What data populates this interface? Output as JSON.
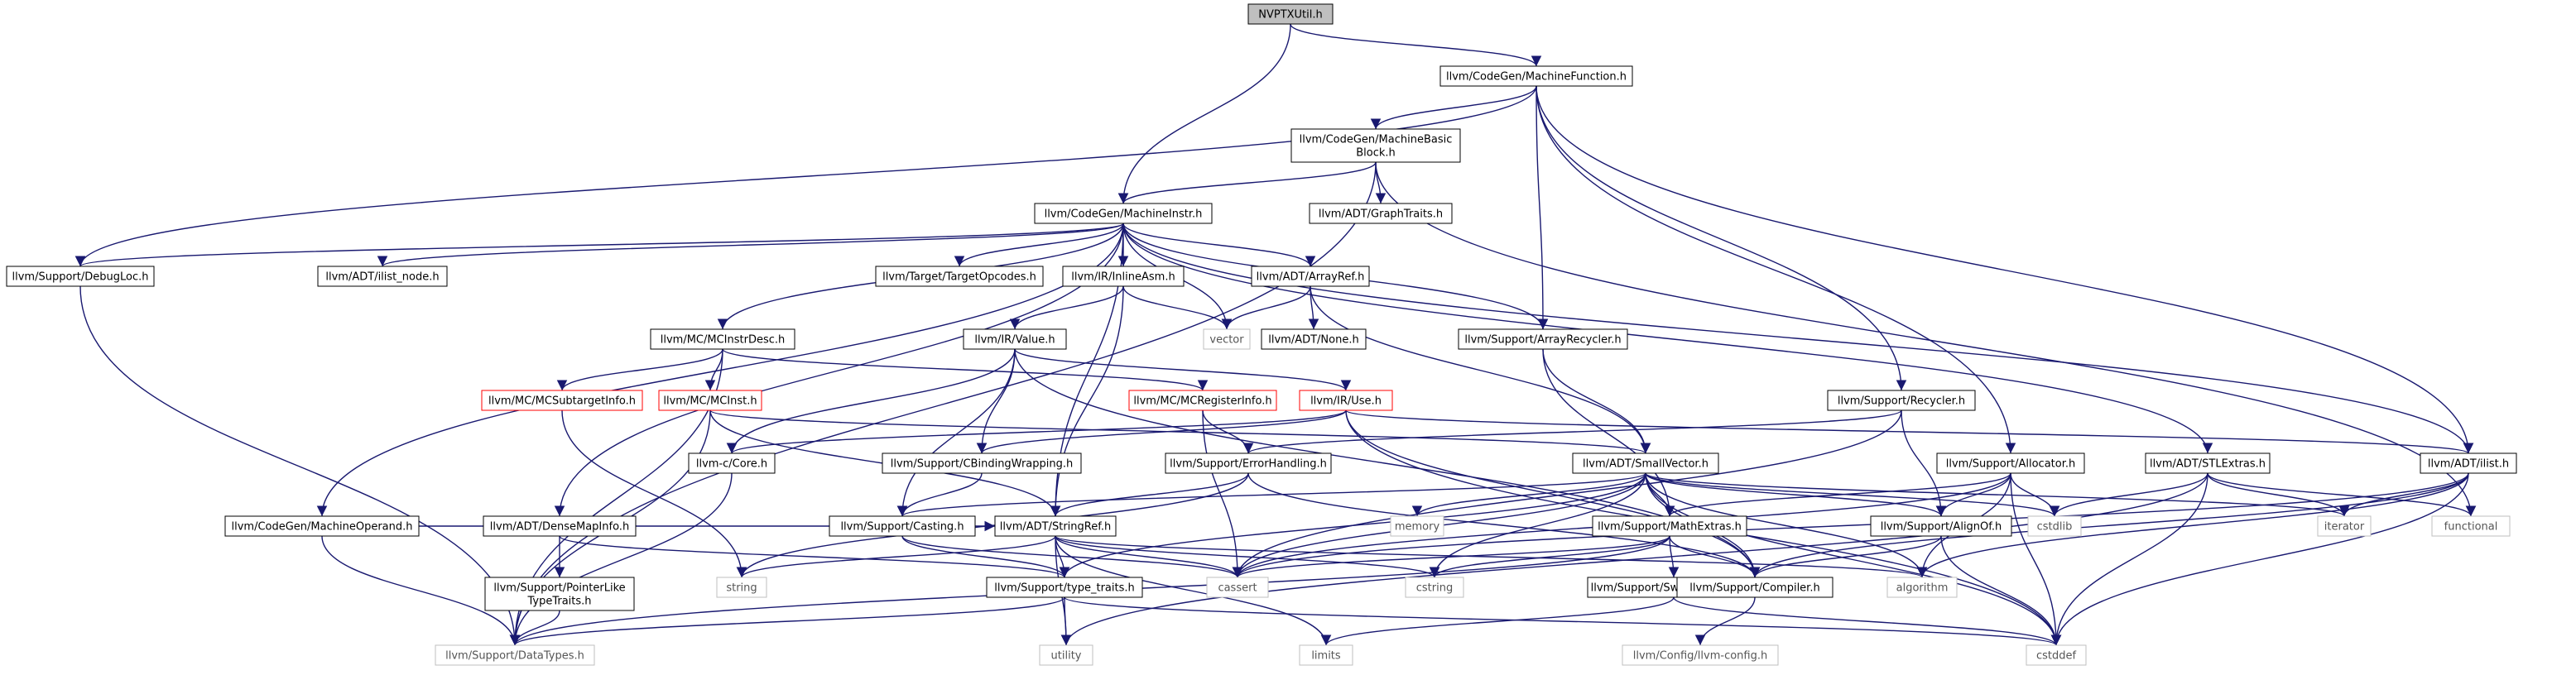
{
  "nodes": [
    {
      "id": "n0",
      "lines": [
        "NVPTXUtil.h"
      ],
      "style": "root"
    },
    {
      "id": "n1",
      "lines": [
        "llvm/CodeGen/MachineFunction.h"
      ],
      "style": "normal"
    },
    {
      "id": "n2",
      "lines": [
        "llvm/CodeGen/MachineBasic",
        "Block.h"
      ],
      "style": "normal"
    },
    {
      "id": "n3",
      "lines": [
        "llvm/CodeGen/MachineInstr.h"
      ],
      "style": "normal"
    },
    {
      "id": "n4",
      "lines": [
        "llvm/ADT/GraphTraits.h"
      ],
      "style": "normal"
    },
    {
      "id": "n5",
      "lines": [
        "llvm/Support/DebugLoc.h"
      ],
      "style": "normal"
    },
    {
      "id": "n6",
      "lines": [
        "llvm/ADT/ilist_node.h"
      ],
      "style": "normal"
    },
    {
      "id": "n7",
      "lines": [
        "llvm/Target/TargetOpcodes.h"
      ],
      "style": "normal"
    },
    {
      "id": "n8",
      "lines": [
        "llvm/IR/InlineAsm.h"
      ],
      "style": "normal"
    },
    {
      "id": "n9",
      "lines": [
        "llvm/ADT/ArrayRef.h"
      ],
      "style": "normal"
    },
    {
      "id": "n10",
      "lines": [
        "vector"
      ],
      "style": "sys"
    },
    {
      "id": "n11",
      "lines": [
        "llvm/ADT/None.h"
      ],
      "style": "normal"
    },
    {
      "id": "n12",
      "lines": [
        "llvm/Support/ArrayRecycler.h"
      ],
      "style": "normal"
    },
    {
      "id": "n13",
      "lines": [
        "llvm/MC/MCInstrDesc.h"
      ],
      "style": "normal"
    },
    {
      "id": "n14",
      "lines": [
        "llvm/IR/Value.h"
      ],
      "style": "normal"
    },
    {
      "id": "n15",
      "lines": [
        "llvm/MC/MCSubtargetInfo.h"
      ],
      "style": "red"
    },
    {
      "id": "n16",
      "lines": [
        "llvm/MC/MCInst.h"
      ],
      "style": "red"
    },
    {
      "id": "n17",
      "lines": [
        "llvm/MC/MCRegisterInfo.h"
      ],
      "style": "red"
    },
    {
      "id": "n18",
      "lines": [
        "llvm/IR/Use.h"
      ],
      "style": "red"
    },
    {
      "id": "n19",
      "lines": [
        "llvm/Support/Recycler.h"
      ],
      "style": "normal"
    },
    {
      "id": "n20",
      "lines": [
        "llvm-c/Core.h"
      ],
      "style": "normal"
    },
    {
      "id": "n21",
      "lines": [
        "llvm/Support/CBindingWrapping.h"
      ],
      "style": "normal"
    },
    {
      "id": "n22",
      "lines": [
        "llvm/Support/ErrorHandling.h"
      ],
      "style": "normal"
    },
    {
      "id": "n23",
      "lines": [
        "llvm/ADT/SmallVector.h"
      ],
      "style": "normal"
    },
    {
      "id": "n24",
      "lines": [
        "llvm/Support/Allocator.h"
      ],
      "style": "normal"
    },
    {
      "id": "n25",
      "lines": [
        "llvm/ADT/STLExtras.h"
      ],
      "style": "normal"
    },
    {
      "id": "n26",
      "lines": [
        "llvm/ADT/ilist.h"
      ],
      "style": "normal"
    },
    {
      "id": "n27",
      "lines": [
        "llvm/CodeGen/MachineOperand.h"
      ],
      "style": "normal"
    },
    {
      "id": "n28",
      "lines": [
        "llvm/ADT/DenseMapInfo.h"
      ],
      "style": "normal"
    },
    {
      "id": "n29",
      "lines": [
        "llvm/Support/Casting.h"
      ],
      "style": "normal"
    },
    {
      "id": "n30",
      "lines": [
        "llvm/ADT/StringRef.h"
      ],
      "style": "normal"
    },
    {
      "id": "n31",
      "lines": [
        "memory"
      ],
      "style": "sys"
    },
    {
      "id": "n32",
      "lines": [
        "llvm/Support/MathExtras.h"
      ],
      "style": "normal"
    },
    {
      "id": "n33",
      "lines": [
        "llvm/Support/AlignOf.h"
      ],
      "style": "normal"
    },
    {
      "id": "n34",
      "lines": [
        "cstdlib"
      ],
      "style": "sys"
    },
    {
      "id": "n35",
      "lines": [
        "iterator"
      ],
      "style": "sys"
    },
    {
      "id": "n36",
      "lines": [
        "functional"
      ],
      "style": "sys"
    },
    {
      "id": "n37",
      "lines": [
        "llvm/Support/PointerLike",
        "TypeTraits.h"
      ],
      "style": "normal"
    },
    {
      "id": "n38",
      "lines": [
        "string"
      ],
      "style": "sys"
    },
    {
      "id": "n39",
      "lines": [
        "llvm/Support/type_traits.h"
      ],
      "style": "normal"
    },
    {
      "id": "n40",
      "lines": [
        "cassert"
      ],
      "style": "sys"
    },
    {
      "id": "n41",
      "lines": [
        "cstring"
      ],
      "style": "sys"
    },
    {
      "id": "n42",
      "lines": [
        "llvm/Support/SwapByteOrder.h"
      ],
      "style": "normal"
    },
    {
      "id": "n43",
      "lines": [
        "llvm/Support/Compiler.h"
      ],
      "style": "normal"
    },
    {
      "id": "n44",
      "lines": [
        "algorithm"
      ],
      "style": "sys"
    },
    {
      "id": "n45",
      "lines": [
        "llvm/Support/DataTypes.h"
      ],
      "style": "sys"
    },
    {
      "id": "n46",
      "lines": [
        "utility"
      ],
      "style": "sys"
    },
    {
      "id": "n47",
      "lines": [
        "limits"
      ],
      "style": "sys"
    },
    {
      "id": "n48",
      "lines": [
        "llvm/Config/llvm-config.h"
      ],
      "style": "sys"
    },
    {
      "id": "n49",
      "lines": [
        "cstddef"
      ],
      "style": "sys"
    }
  ],
  "edges": [
    [
      "n0",
      "n1"
    ],
    [
      "n0",
      "n3"
    ],
    [
      "n1",
      "n2"
    ],
    [
      "n1",
      "n12"
    ],
    [
      "n1",
      "n19"
    ],
    [
      "n1",
      "n24"
    ],
    [
      "n1",
      "n26"
    ],
    [
      "n1",
      "n5"
    ],
    [
      "n2",
      "n3"
    ],
    [
      "n2",
      "n4"
    ],
    [
      "n2",
      "n36"
    ],
    [
      "n2",
      "n45"
    ],
    [
      "n3",
      "n5"
    ],
    [
      "n3",
      "n6"
    ],
    [
      "n3",
      "n7"
    ],
    [
      "n3",
      "n8"
    ],
    [
      "n3",
      "n9"
    ],
    [
      "n3",
      "n10"
    ],
    [
      "n3",
      "n12"
    ],
    [
      "n3",
      "n13"
    ],
    [
      "n3",
      "n27"
    ],
    [
      "n3",
      "n28"
    ],
    [
      "n3",
      "n30"
    ],
    [
      "n3",
      "n25"
    ],
    [
      "n3",
      "n26"
    ],
    [
      "n5",
      "n45"
    ],
    [
      "n8",
      "n10"
    ],
    [
      "n8",
      "n14"
    ],
    [
      "n8",
      "n30"
    ],
    [
      "n9",
      "n10"
    ],
    [
      "n9",
      "n11"
    ],
    [
      "n9",
      "n23"
    ],
    [
      "n12",
      "n23"
    ],
    [
      "n12",
      "n32"
    ],
    [
      "n13",
      "n15"
    ],
    [
      "n13",
      "n16"
    ],
    [
      "n13",
      "n17"
    ],
    [
      "n13",
      "n45"
    ],
    [
      "n14",
      "n18"
    ],
    [
      "n14",
      "n20"
    ],
    [
      "n14",
      "n21"
    ],
    [
      "n14",
      "n29"
    ],
    [
      "n14",
      "n43"
    ],
    [
      "n15",
      "n38"
    ],
    [
      "n16",
      "n23"
    ],
    [
      "n16",
      "n30"
    ],
    [
      "n16",
      "n45"
    ],
    [
      "n17",
      "n22"
    ],
    [
      "n17",
      "n40"
    ],
    [
      "n18",
      "n20"
    ],
    [
      "n18",
      "n21"
    ],
    [
      "n18",
      "n26"
    ],
    [
      "n18",
      "n43"
    ],
    [
      "n18",
      "n49"
    ],
    [
      "n19",
      "n33"
    ],
    [
      "n19",
      "n22"
    ],
    [
      "n19",
      "n40"
    ],
    [
      "n20",
      "n45"
    ],
    [
      "n21",
      "n29"
    ],
    [
      "n22",
      "n30"
    ],
    [
      "n22",
      "n38"
    ],
    [
      "n22",
      "n43"
    ],
    [
      "n23",
      "n29"
    ],
    [
      "n23",
      "n31"
    ],
    [
      "n23",
      "n32"
    ],
    [
      "n23",
      "n33"
    ],
    [
      "n23",
      "n34"
    ],
    [
      "n23",
      "n35"
    ],
    [
      "n23",
      "n39"
    ],
    [
      "n23",
      "n40"
    ],
    [
      "n23",
      "n41"
    ],
    [
      "n23",
      "n43"
    ],
    [
      "n23",
      "n44"
    ],
    [
      "n23",
      "n49"
    ],
    [
      "n24",
      "n32"
    ],
    [
      "n24",
      "n33"
    ],
    [
      "n24",
      "n34"
    ],
    [
      "n24",
      "n40"
    ],
    [
      "n24",
      "n44"
    ],
    [
      "n24",
      "n49"
    ],
    [
      "n25",
      "n34"
    ],
    [
      "n25",
      "n35"
    ],
    [
      "n25",
      "n36"
    ],
    [
      "n25",
      "n46"
    ],
    [
      "n25",
      "n49"
    ],
    [
      "n26",
      "n35"
    ],
    [
      "n26",
      "n40"
    ],
    [
      "n26",
      "n43"
    ],
    [
      "n26",
      "n44"
    ],
    [
      "n26",
      "n49"
    ],
    [
      "n27",
      "n45"
    ],
    [
      "n27",
      "n30"
    ],
    [
      "n28",
      "n37"
    ],
    [
      "n28",
      "n39"
    ],
    [
      "n29",
      "n39"
    ],
    [
      "n29",
      "n40"
    ],
    [
      "n30",
      "n38"
    ],
    [
      "n30",
      "n39"
    ],
    [
      "n30",
      "n40"
    ],
    [
      "n30",
      "n41"
    ],
    [
      "n30",
      "n44"
    ],
    [
      "n30",
      "n46"
    ],
    [
      "n30",
      "n47"
    ],
    [
      "n32",
      "n40"
    ],
    [
      "n32",
      "n41"
    ],
    [
      "n32",
      "n42"
    ],
    [
      "n32",
      "n43"
    ],
    [
      "n32",
      "n45"
    ],
    [
      "n33",
      "n43"
    ],
    [
      "n33",
      "n49"
    ],
    [
      "n37",
      "n45"
    ],
    [
      "n39",
      "n45"
    ],
    [
      "n39",
      "n46"
    ],
    [
      "n39",
      "n49"
    ],
    [
      "n42",
      "n47"
    ],
    [
      "n42",
      "n49"
    ],
    [
      "n43",
      "n48"
    ]
  ]
}
